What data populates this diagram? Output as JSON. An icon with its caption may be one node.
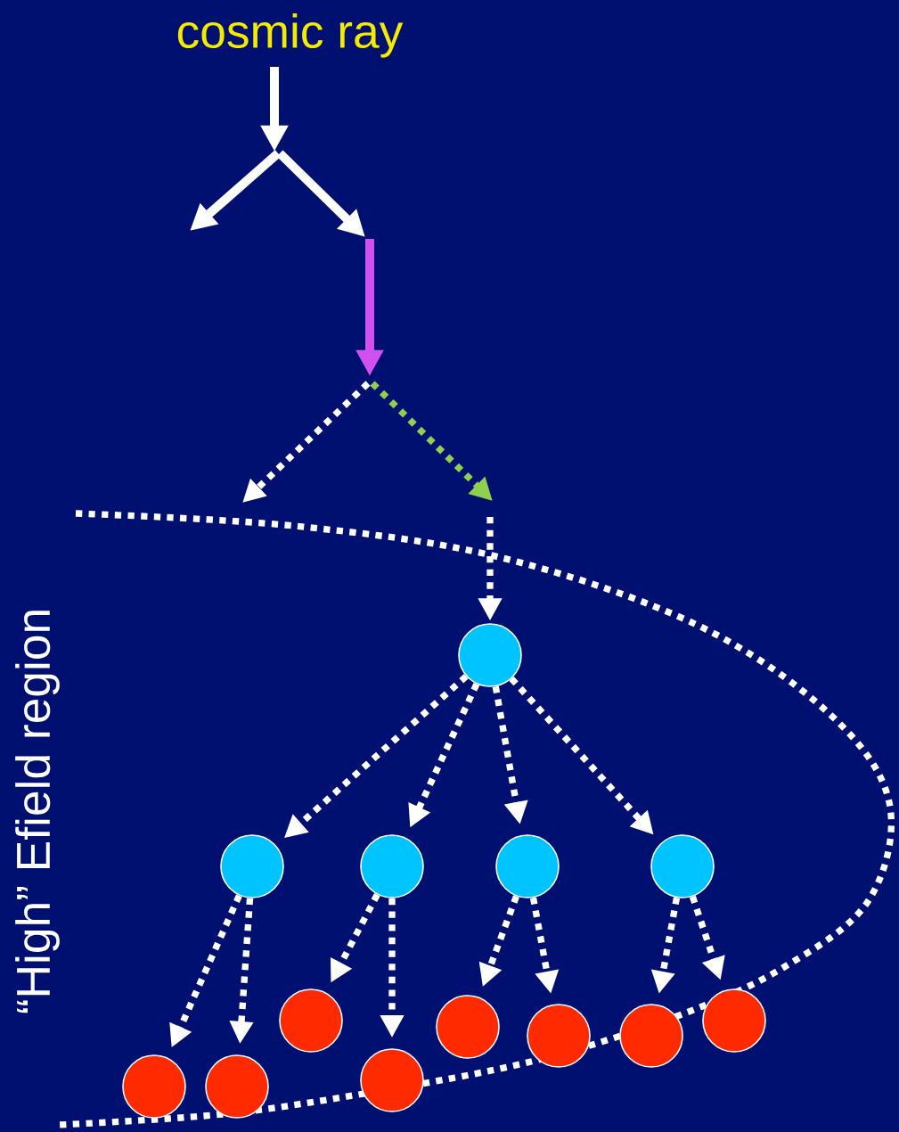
{
  "diagram": {
    "nodes": [
      {
        "text": [
          "cosmic ray"
        ]
      },
      {
        "text": [],
        "shape": "circle"
      },
      {
        "text": [],
        "shape": "circle"
      },
      {
        "text": [],
        "shape": "circle"
      },
      {
        "text": [],
        "shape": "circle"
      },
      {
        "text": [],
        "shape": "circle"
      },
      {
        "text": [],
        "shape": "circle"
      },
      {
        "text": [],
        "shape": "circle"
      },
      {
        "text": [],
        "shape": "circle"
      },
      {
        "text": [],
        "shape": "circle"
      },
      {
        "text": [],
        "shape": "circle"
      },
      {
        "text": [],
        "shape": "circle"
      },
      {
        "text": [],
        "shape": "circle"
      },
      {
        "text": [],
        "shape": "circle"
      }
    ],
    "edges": [
      {
        "from": 0,
        "to": null,
        "arrow": "to"
      },
      {
        "from": null,
        "to": 1,
        "arrow": "to",
        "style": "dashed"
      },
      {
        "from": 1,
        "to": 2,
        "arrow": "to",
        "style": "dashed"
      },
      {
        "from": 1,
        "to": 3,
        "arrow": "to",
        "style": "dashed"
      },
      {
        "from": 1,
        "to": 4,
        "arrow": "to",
        "style": "dashed"
      },
      {
        "from": 1,
        "to": 5,
        "arrow": "to",
        "style": "dashed"
      },
      {
        "from": 2,
        "to": 6,
        "arrow": "to",
        "style": "dashed"
      },
      {
        "from": 2,
        "to": 7,
        "arrow": "to",
        "style": "dashed"
      },
      {
        "from": 3,
        "to": 8,
        "arrow": "to",
        "style": "dashed"
      },
      {
        "from": 3,
        "to": 9,
        "arrow": "to",
        "style": "dashed"
      },
      {
        "from": 4,
        "to": 10,
        "arrow": "to",
        "style": "dashed"
      },
      {
        "from": 4,
        "to": 11,
        "arrow": "to",
        "style": "dashed"
      },
      {
        "from": 5,
        "to": 12,
        "arrow": "to",
        "style": "dashed"
      },
      {
        "from": 5,
        "to": 13,
        "arrow": "to",
        "style": "dashed"
      }
    ],
    "labels": [
      "“High” Efield region"
    ]
  }
}
